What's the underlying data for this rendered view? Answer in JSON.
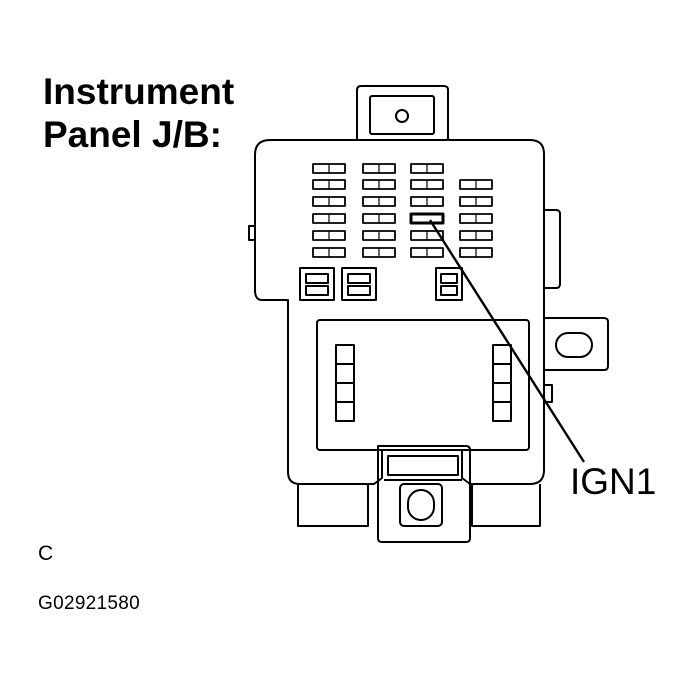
{
  "title": {
    "line1": "Instrument",
    "line2": "Panel J/B:"
  },
  "callout_label": "IGN1",
  "view_letter": "C",
  "figure_id": "G02921580",
  "colors": {
    "ink": "#000000",
    "paper": "#ffffff"
  }
}
